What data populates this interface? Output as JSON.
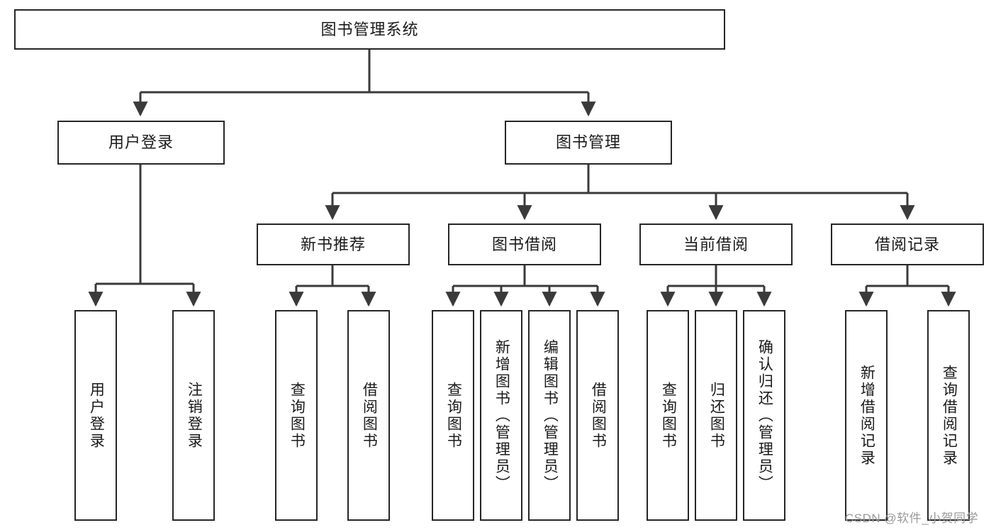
{
  "diagram": {
    "type": "tree",
    "title": "图书管理系统",
    "orientation": "top-down",
    "colors": {
      "border": "#262626",
      "background": "#ffffff",
      "text": "#1a1a1a",
      "watermark": "#9a9a9a"
    },
    "root": {
      "label": "图书管理系统"
    },
    "level1": [
      {
        "label": "用户登录"
      },
      {
        "label": "图书管理"
      }
    ],
    "level2": [
      {
        "label": "新书推荐"
      },
      {
        "label": "图书借阅"
      },
      {
        "label": "当前借阅"
      },
      {
        "label": "借阅记录"
      }
    ],
    "leaves": {
      "user_login": [
        {
          "label": "用户登录"
        },
        {
          "label": "注销登录"
        }
      ],
      "new_book_recommend": [
        {
          "label": "查询图书"
        },
        {
          "label": "借阅图书"
        }
      ],
      "book_borrow": [
        {
          "label": "查询图书"
        },
        {
          "label": "新增图书（管理员）"
        },
        {
          "label": "编辑图书（管理员）"
        },
        {
          "label": "借阅图书"
        }
      ],
      "current_borrow": [
        {
          "label": "查询图书"
        },
        {
          "label": "归还图书"
        },
        {
          "label": "确认归还（管理员）"
        }
      ],
      "borrow_record": [
        {
          "label": "新增借阅记录"
        },
        {
          "label": "查询借阅记录"
        }
      ]
    }
  },
  "watermark": {
    "text": "CSDN @软件_小贺同学"
  }
}
